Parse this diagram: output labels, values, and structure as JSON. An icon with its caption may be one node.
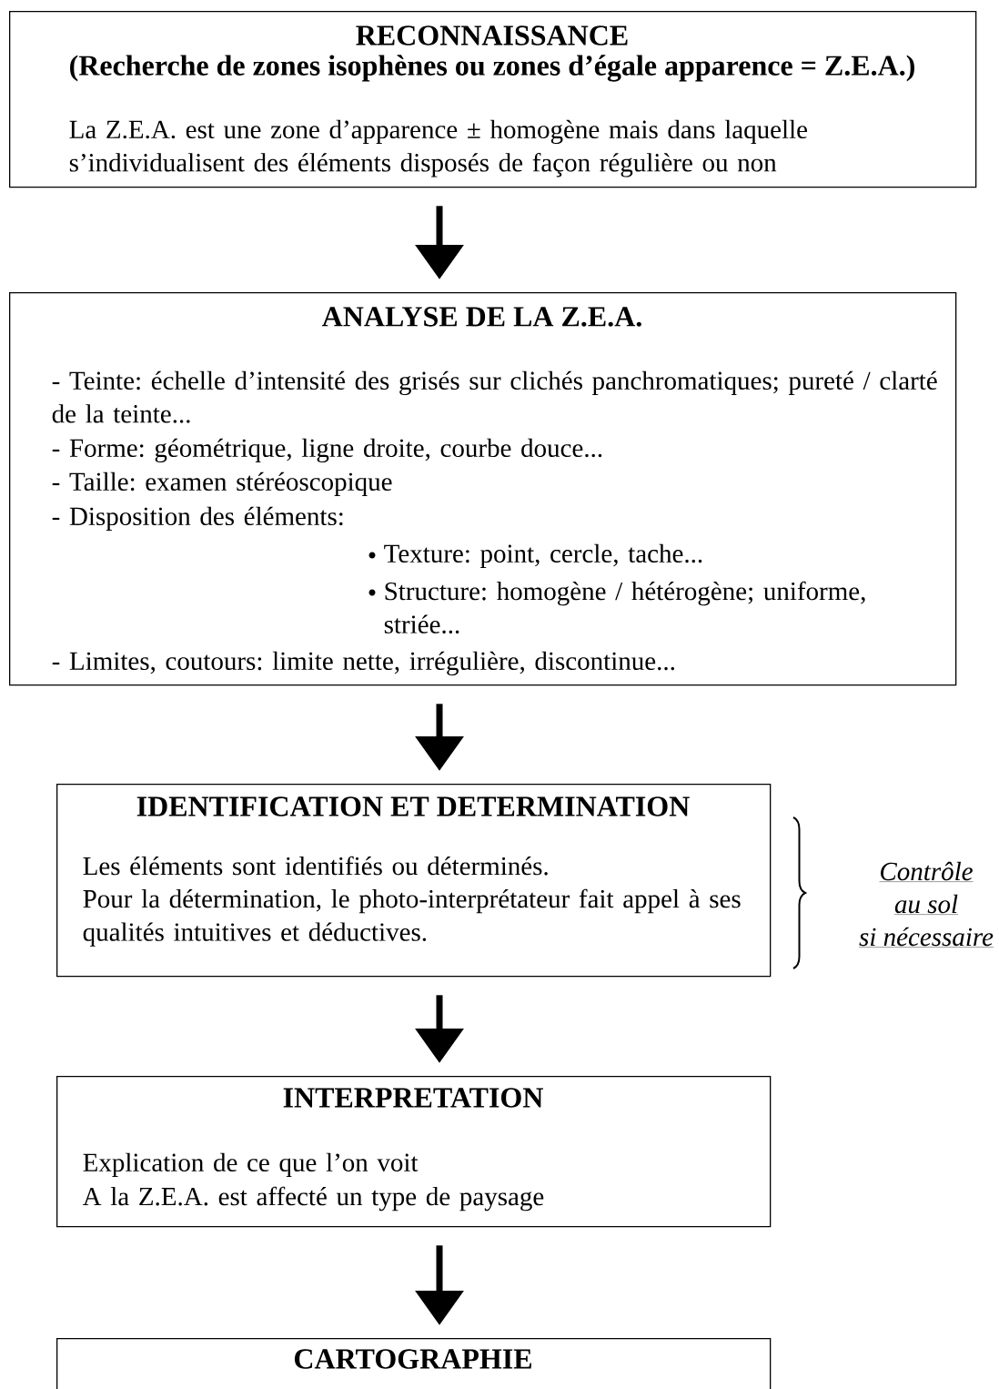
{
  "diagram": {
    "nodes": [
      {
        "text": [
          "RECONNAISSANCE",
          "(Recherche de zones isophènes ou zones d’égale apparence = Z.E.A.)",
          "La Z.E.A. est une zone d’apparence ± homogène mais dans laquelle s’individualisent des éléments disposés de façon régulière ou non"
        ]
      },
      {
        "text": [
          "ANALYSE DE LA Z.E.A.",
          "- Teinte: échelle d’intensité des grisés sur clichés panchromatiques; pureté / clarté de la teinte...",
          "- Forme: géométrique, ligne droite, courbe douce...",
          "- Taille: examen stéréoscopique",
          "- Disposition des éléments:",
          "Texture: point, cercle, tache...",
          "Structure: homogène / hétérogène; uniforme, striée...",
          "- Limites, coutours: limite nette, irrégulière, discontinue..."
        ]
      },
      {
        "text": [
          "IDENTIFICATION ET DETERMINATION",
          "Les éléments sont identifiés ou déterminés.",
          "Pour la détermination, le photo-interprétateur fait appel à ses qualités intuitives et déductives."
        ],
        "beside": [
          "Contrôle",
          "au sol",
          "si nécessaire"
        ]
      },
      {
        "text": [
          "INTERPRETATION",
          "Explication de ce que l’on voit",
          "A la Z.E.A. est affecté un type de paysage"
        ]
      },
      {
        "text": [
          "CARTOGRAPHIE"
        ]
      }
    ],
    "edges": [
      {
        "from": 0,
        "to": 1,
        "arrow": "to"
      },
      {
        "from": 1,
        "to": 2,
        "arrow": "to"
      },
      {
        "from": 2,
        "to": 3,
        "arrow": "to"
      },
      {
        "from": 3,
        "to": 4,
        "arrow": "to"
      }
    ]
  }
}
